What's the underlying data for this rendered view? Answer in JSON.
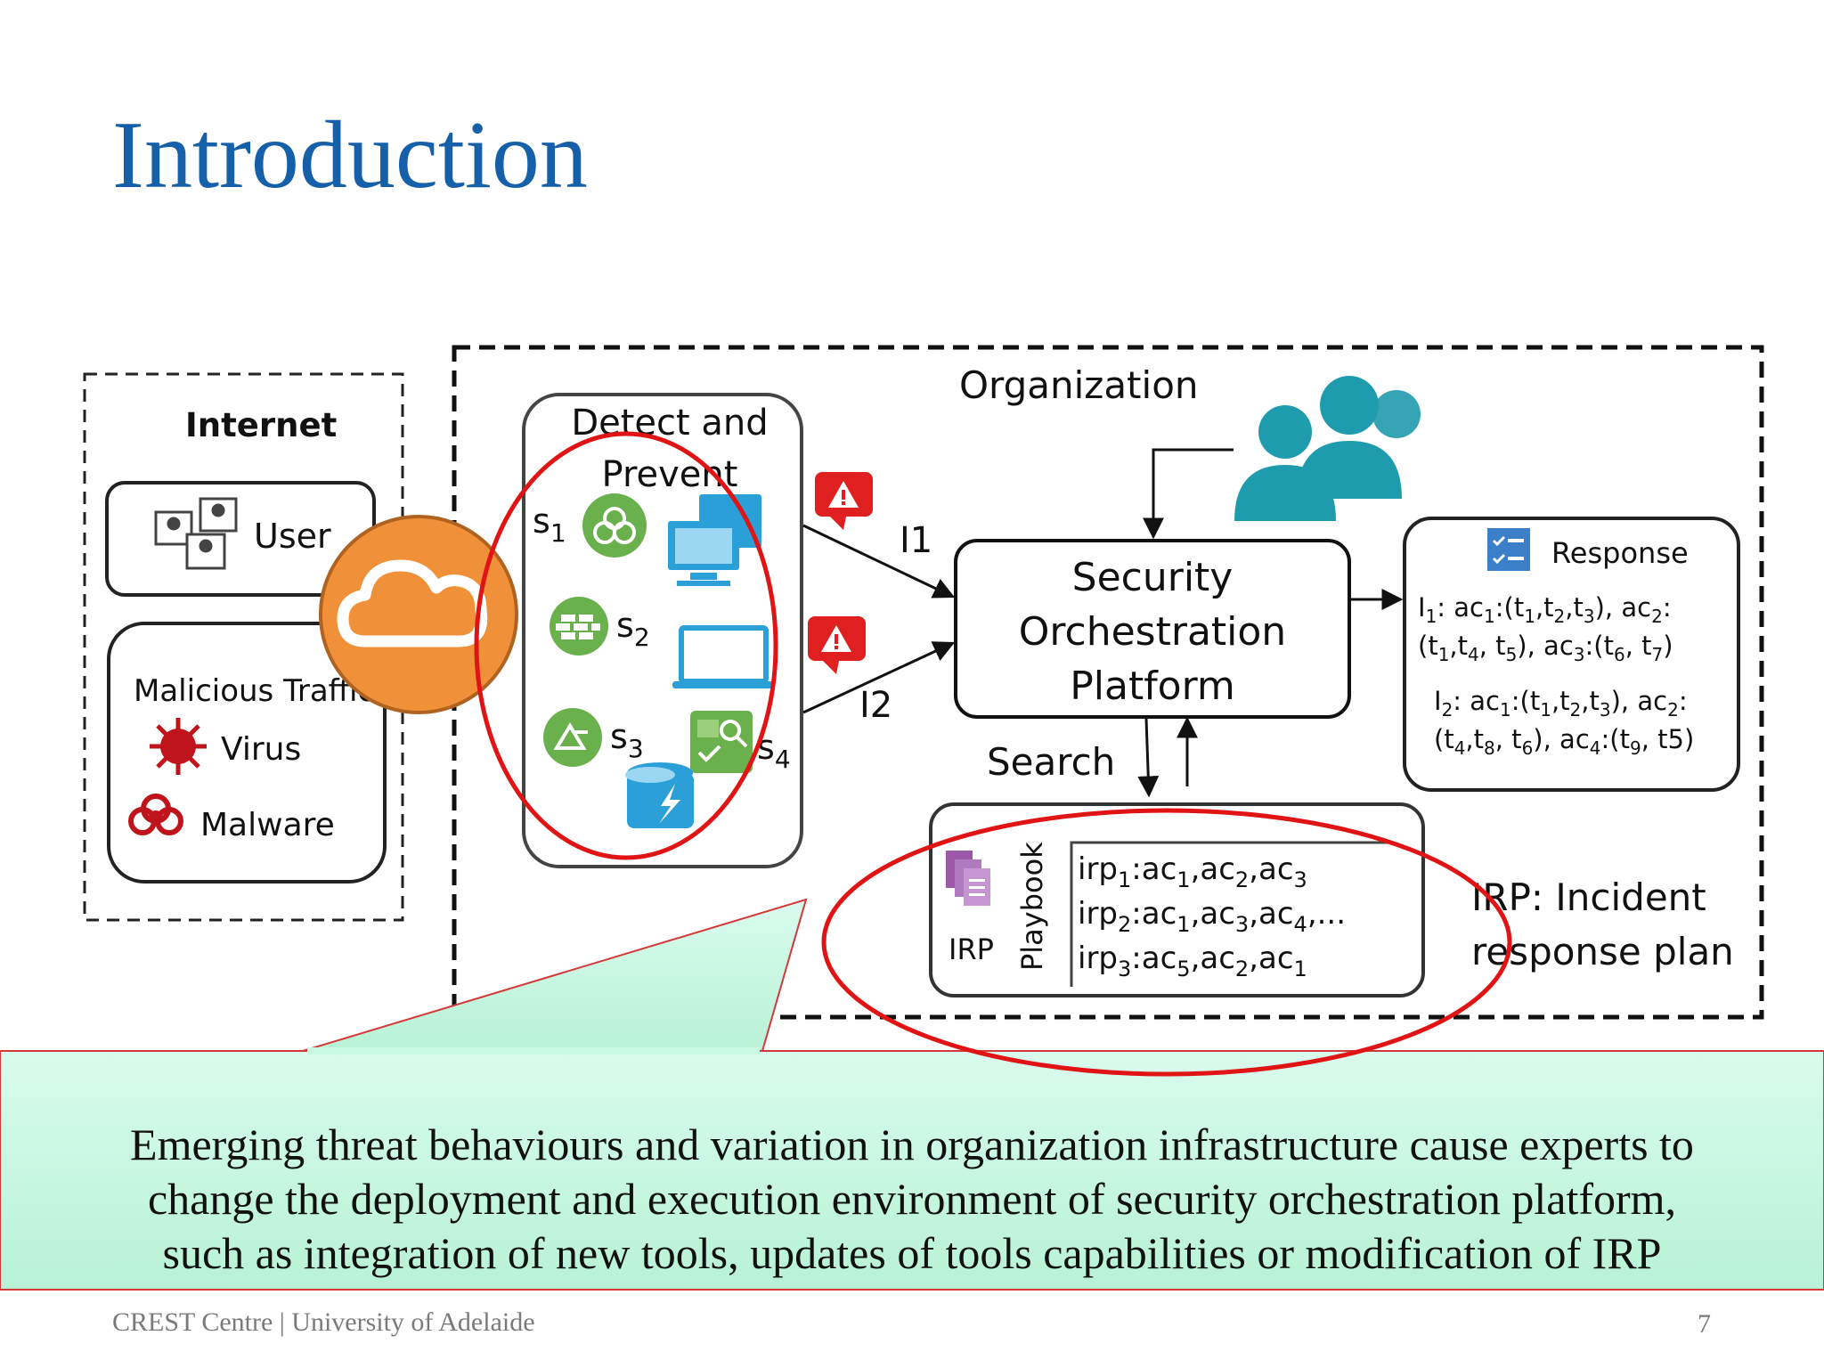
{
  "slide": {
    "title": "Introduction",
    "footer_left": "CREST Centre | University of Adelaide",
    "page_number": "7"
  },
  "internet": {
    "title": "Internet",
    "user_label": "User",
    "traffic_label": "Malicious Traffic",
    "virus_label": "Virus",
    "malware_label": "Malware"
  },
  "organization": {
    "title": "Organization",
    "detect_title_line1": "Detect and",
    "detect_title_line2": "Prevent",
    "sensors": [
      {
        "base": "s",
        "sub": "1"
      },
      {
        "base": "s",
        "sub": "2"
      },
      {
        "base": "s",
        "sub": "3"
      },
      {
        "base": "s",
        "sub": "4"
      }
    ],
    "incident_1": "I1",
    "incident_2": "I2",
    "sop_line1": "Security",
    "sop_line2": "Orchestration",
    "sop_line3": "Platform",
    "search_label": "Search",
    "irp_note_line1": "IRP: Incident",
    "irp_note_line2": "response plan"
  },
  "response": {
    "title": "Response",
    "i1_line1": [
      {
        "t": "I",
        "s": false
      },
      {
        "t": "1",
        "s": true
      },
      {
        "t": ": ac",
        "s": false
      },
      {
        "t": "1",
        "s": true
      },
      {
        "t": ":(t",
        "s": false
      },
      {
        "t": "1",
        "s": true
      },
      {
        "t": ",t",
        "s": false
      },
      {
        "t": "2",
        "s": true
      },
      {
        "t": ",t",
        "s": false
      },
      {
        "t": "3",
        "s": true
      },
      {
        "t": "),  ac",
        "s": false
      },
      {
        "t": "2",
        "s": true
      },
      {
        "t": ":",
        "s": false
      }
    ],
    "i1_line2": [
      {
        "t": "(t",
        "s": false
      },
      {
        "t": "1",
        "s": true
      },
      {
        "t": ",t",
        "s": false
      },
      {
        "t": "4",
        "s": true
      },
      {
        "t": ", t",
        "s": false
      },
      {
        "t": "5",
        "s": true
      },
      {
        "t": "), ac",
        "s": false
      },
      {
        "t": "3",
        "s": true
      },
      {
        "t": ":(t",
        "s": false
      },
      {
        "t": "6",
        "s": true
      },
      {
        "t": ", t",
        "s": false
      },
      {
        "t": "7",
        "s": true
      },
      {
        "t": ")",
        "s": false
      }
    ],
    "i2_line1": [
      {
        "t": "I",
        "s": false
      },
      {
        "t": "2",
        "s": true
      },
      {
        "t": ": ac",
        "s": false
      },
      {
        "t": "1",
        "s": true
      },
      {
        "t": ":(t",
        "s": false
      },
      {
        "t": "1",
        "s": true
      },
      {
        "t": ",t",
        "s": false
      },
      {
        "t": "2",
        "s": true
      },
      {
        "t": ",t",
        "s": false
      },
      {
        "t": "3",
        "s": true
      },
      {
        "t": "), ac",
        "s": false
      },
      {
        "t": "2",
        "s": true
      },
      {
        "t": ":",
        "s": false
      }
    ],
    "i2_line2": [
      {
        "t": "(t",
        "s": false
      },
      {
        "t": "4",
        "s": true
      },
      {
        "t": ",t",
        "s": false
      },
      {
        "t": "8",
        "s": true
      },
      {
        "t": ", t",
        "s": false
      },
      {
        "t": "6",
        "s": true
      },
      {
        "t": "), ac",
        "s": false
      },
      {
        "t": "4",
        "s": true
      },
      {
        "t": ":(t",
        "s": false
      },
      {
        "t": "9",
        "s": true
      },
      {
        "t": ", t5)",
        "s": false
      }
    ]
  },
  "playbook": {
    "irp_label": "IRP",
    "vertical_label": "Playbook",
    "entries": [
      [
        {
          "t": "irp",
          "s": false
        },
        {
          "t": "1",
          "s": true
        },
        {
          "t": ":ac",
          "s": false
        },
        {
          "t": "1",
          "s": true
        },
        {
          "t": ",ac",
          "s": false
        },
        {
          "t": "2",
          "s": true
        },
        {
          "t": ",ac",
          "s": false
        },
        {
          "t": "3",
          "s": true
        }
      ],
      [
        {
          "t": "irp",
          "s": false
        },
        {
          "t": "2",
          "s": true
        },
        {
          "t": ":ac",
          "s": false
        },
        {
          "t": "1",
          "s": true
        },
        {
          "t": ",ac",
          "s": false
        },
        {
          "t": "3",
          "s": true
        },
        {
          "t": ",ac",
          "s": false
        },
        {
          "t": "4",
          "s": true
        },
        {
          "t": ",...",
          "s": false
        }
      ],
      [
        {
          "t": "irp",
          "s": false
        },
        {
          "t": "3",
          "s": true
        },
        {
          "t": ":ac",
          "s": false
        },
        {
          "t": "5",
          "s": true
        },
        {
          "t": ",ac",
          "s": false
        },
        {
          "t": "2",
          "s": true
        },
        {
          "t": ",ac",
          "s": false
        },
        {
          "t": "1",
          "s": true
        }
      ]
    ]
  },
  "callout": {
    "lines": [
      "Emerging threat behaviours and variation in organization infrastructure cause experts to",
      "change the deployment and execution environment of security orchestration platform,",
      "such as integration of new tools, updates of tools capabilities or modification of IRP"
    ]
  },
  "colors": {
    "title_blue": "#1560a8",
    "highlight_red": "#e01414",
    "cloud_orange": "#f0913a",
    "people_teal": "#1f9bae",
    "sensor_green": "#6ab04c",
    "device_blue": "#2a9fd8",
    "alert_red": "#e02020",
    "callout_green": "#c8f7e2",
    "playbook_purple": "#9b59a8"
  }
}
